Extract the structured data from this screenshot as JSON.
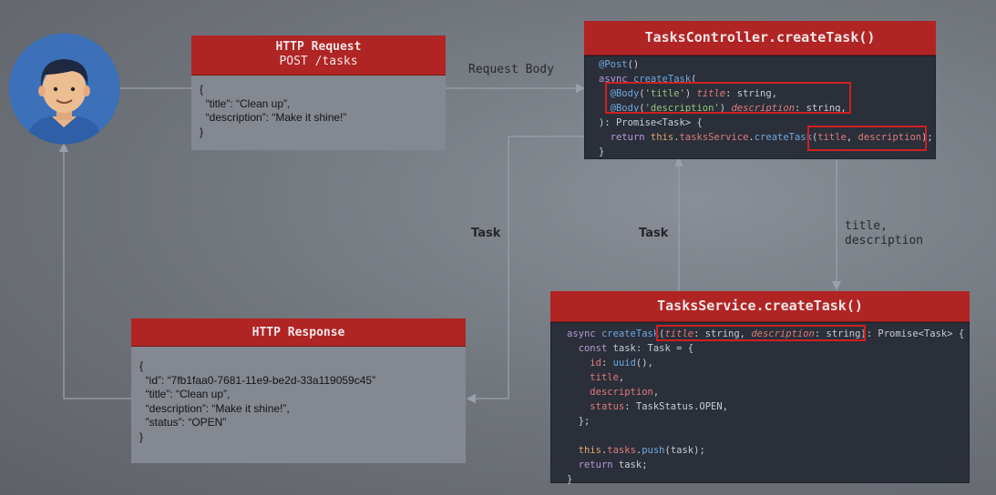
{
  "http_request": {
    "title": "HTTP Request",
    "subtitle": "POST /tasks",
    "body_lines": [
      "{",
      "  “title”: “Clean up”,",
      "  “description”: “Make it shine!”",
      "}"
    ]
  },
  "http_response": {
    "title": "HTTP Response",
    "body_lines": [
      "{",
      "  “id”: “7fb1faa0-7681-11e9-be2d-33a119059c45”",
      "  “title”: “Clean up”,",
      "  “description”: “Make it shine!”,",
      "  ”status”: “OPEN”",
      "}"
    ]
  },
  "controller": {
    "title": "TasksController.createTask()"
  },
  "service": {
    "title": "TasksService.createTask()"
  },
  "labels": {
    "request_body": "Request Body",
    "task_left": "Task",
    "task_right": "Task",
    "title_desc_1": "title,",
    "title_desc_2": "description"
  },
  "colors": {
    "header_red": "#b02424",
    "highlight_red": "#d02020",
    "code_bg": "#2a2f3a",
    "avatar_blue": "#3c70b8"
  }
}
